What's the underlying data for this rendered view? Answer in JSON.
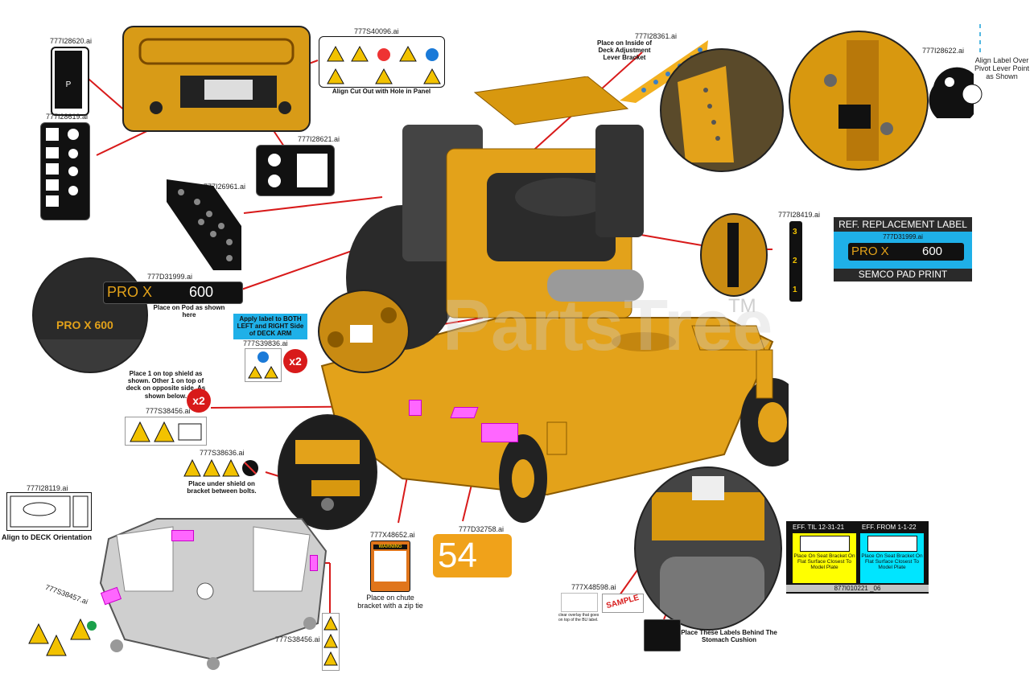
{
  "labels": {
    "l_777i28620": "777I28620.ai",
    "l_777s40096": "777S40096.ai",
    "l_align_cutout": "Align Cut Out with Hole in Panel",
    "l_777i28619": "777I28619.ai",
    "l_777i28621": "777I28621.ai",
    "l_777i26961": "777I26961.ai",
    "l_777d31999": "777D31999.ai",
    "l_place_on_pod": "Place on Pod as shown here",
    "l_apply_both": "Apply label to BOTH LEFT and RIGHT Side of DECK ARM",
    "l_777s39836": "777S39836.ai",
    "l_place1_top": "Place 1 on top shield as shown. Other 1 on top of deck on opposite side. As shown below.",
    "l_777s38456_top": "777S38456.ai",
    "l_777s38636": "777S38636.ai",
    "l_place_under_shield": "Place under shield on bracket between bolts.",
    "l_777i28119": "777I28119.ai",
    "l_align_deck": "Align to DECK Orientation",
    "l_777s38457": "777S38457.ai",
    "l_777s38456_bottom": "777S38456.ai",
    "l_777x48652": "777X48652.ai",
    "l_place_chute": "Place on chute bracket with a zip tie",
    "l_777d32758": "777D32758.ai",
    "l_777x48598": "777X48598.ai",
    "l_clear_overlay": "clear overlay that goes on top of the BU label.",
    "l_place_behind": "Place These Labels Behind The Stomach Cushion",
    "l_777i28361": "777I28361.ai",
    "l_place_inside": "Place on Inside of Deck Adjustment Lever Bracket",
    "l_777i28622": "777I28622.ai",
    "l_align_over": "Align Label Over Pivot Lever Point as Shown",
    "l_777i28419": "777I28419.ai",
    "l_warning": "WARNING",
    "l_sample": "SAMPLE",
    "l_tm": "TM",
    "l_x2_a": "x2",
    "l_x2_b": "x2"
  },
  "decals": {
    "pro_model": "PRO X",
    "pro_num": "600",
    "pod_text": "PRO X 600",
    "number_54": "54",
    "height_3": "3",
    "height_2": "2",
    "height_1": "1"
  },
  "ref_label": {
    "header": "REF. REPLACEMENT LABEL",
    "part": "777D31999.ai",
    "model": "PRO X",
    "num": "600",
    "footer": "SEMCO PAD PRINT"
  },
  "eff_label": {
    "til": "EFF. TIL 12-31-21",
    "from": "EFF. FROM 1-1-22",
    "left_note": "Place On Seat Bracket On Flat Surface Closest To Model Plate",
    "right_note": "Place On Seat Bracket On Flat Surface Closest To Model Plate",
    "part": "877I010221 _06"
  },
  "colors": {
    "mower_yellow": "#e3a21a",
    "pink_marker": "#ff66ff",
    "leader_red": "#d81a1a",
    "ref_blue": "#1fb0e8",
    "eff_yellow": "#ffff00",
    "eff_cyan": "#00e5ff"
  }
}
